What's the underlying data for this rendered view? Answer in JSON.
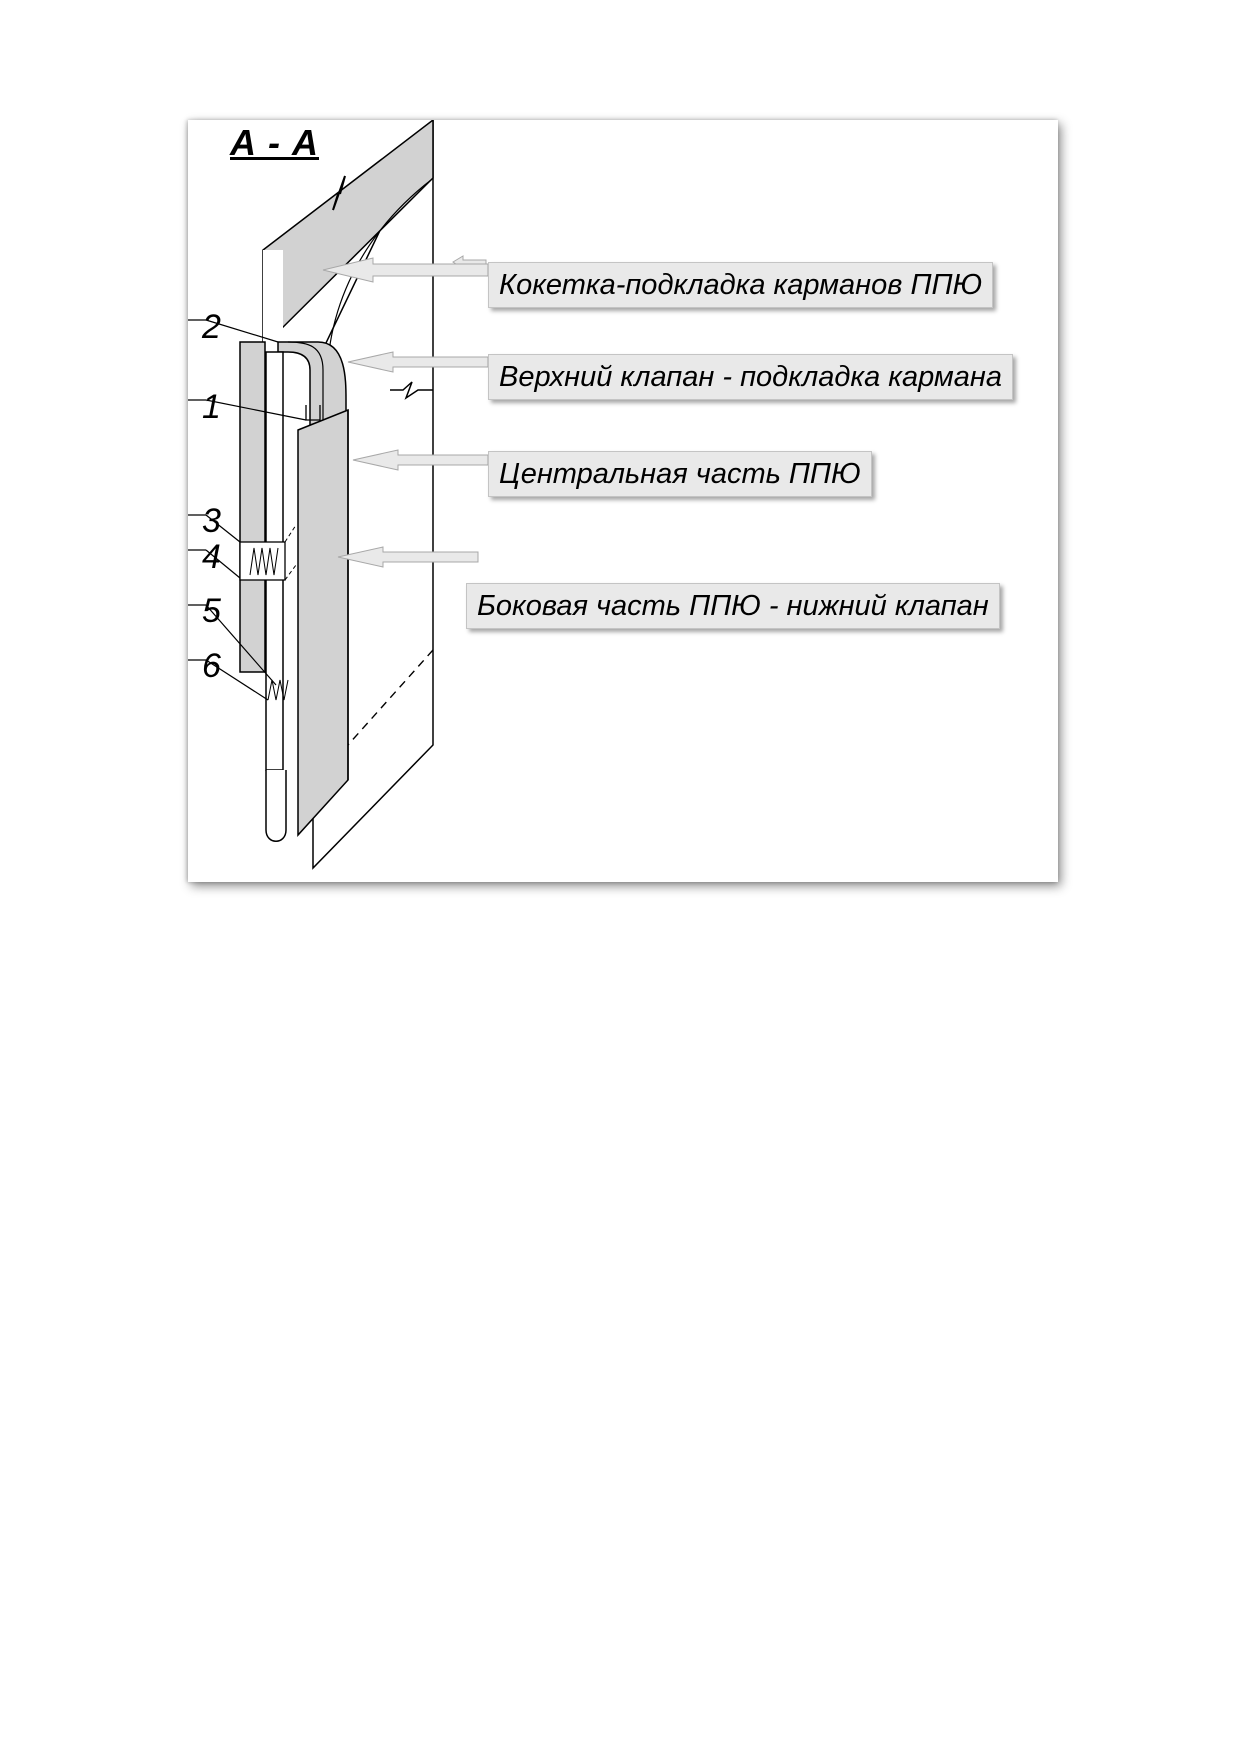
{
  "section": {
    "title": "А - А"
  },
  "numbers": [
    "1",
    "2",
    "3",
    "4",
    "5",
    "6"
  ],
  "callouts": [
    "Кокетка-подкладка карманов ППЮ",
    "Верхний клапан - подкладка кармана",
    "Центральная часть ППЮ",
    "Боковая часть ППЮ -  нижний клапан"
  ],
  "colors": {
    "fabric": "#d2d2d2",
    "callout_bg": "#e9e9e9",
    "line": "#000000"
  }
}
